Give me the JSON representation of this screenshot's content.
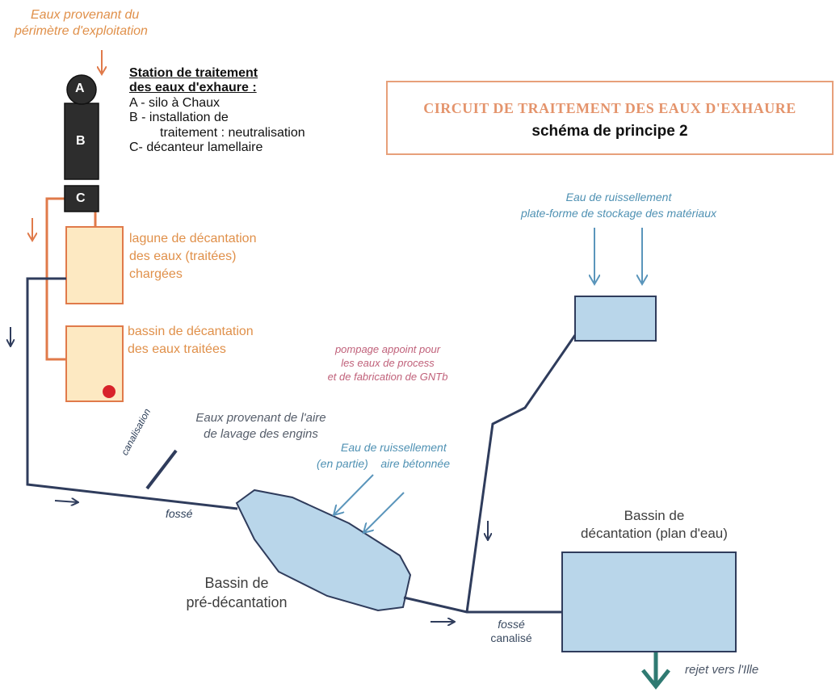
{
  "title": {
    "line1": "CIRCUIT DE TRAITEMENT DES EAUX D'EXHAURE",
    "line2": "schéma de principe 2"
  },
  "legend": {
    "heading_line1": "Station de traitement",
    "heading_line2": "des eaux d'exhaure :",
    "item_a": "A - silo à Chaux",
    "item_b_line1": "B - installation de",
    "item_b_line2": "traitement : neutralisation",
    "item_c": "C- décanteur lamellaire"
  },
  "station": {
    "unit_a": "A",
    "unit_b": "B",
    "unit_c": "C"
  },
  "labels": {
    "eaux_perimetre_line1": "Eaux provenant du",
    "eaux_perimetre_line2": "périmètre d'exploitation",
    "lagune_line1": "lagune de décantation",
    "lagune_line2": "des eaux (traitées)",
    "lagune_line3": "chargées",
    "bassin_traitees_line1": "bassin de décantation",
    "bassin_traitees_line2": "des eaux traitées",
    "pompage_line1": "pompage appoint pour",
    "pompage_line2": "les eaux de process",
    "pompage_line3": "et de fabrication de GNTb",
    "eau_ruissellement_stockage_line1": "Eau de ruissellement",
    "eau_ruissellement_stockage_line2": "plate-forme de stockage des matériaux",
    "eaux_lavage_line1": "Eaux provenant de l'aire",
    "eaux_lavage_line2": "de lavage des engins",
    "canalisation": "canalisation",
    "eau_ruissellement_beton_line1": "Eau de ruissellement",
    "eau_ruissellement_beton_line2a": "(en partie)",
    "eau_ruissellement_beton_line2b": "aire bétonnée",
    "fosse": "fossé",
    "bassin_pre_line1": "Bassin de",
    "bassin_pre_line2": "pré-décantation",
    "bassin_plan_line1": "Bassin de",
    "bassin_plan_line2": "décantation (plan d'eau)",
    "fosse_canalise_line1": "fossé",
    "fosse_canalise_line2": "canalisé",
    "rejet": "rejet vers l'Ille"
  },
  "colors": {
    "orange_pipe": "#e07a4a",
    "dark_pipe": "#2f3c5c",
    "basin_fill": "#b9d6ea",
    "lagoon_fill": "#fde9c2",
    "blue_arrow": "#5a95bb",
    "teal_arrow": "#2f7a72",
    "pump_dot": "#d8232a"
  }
}
